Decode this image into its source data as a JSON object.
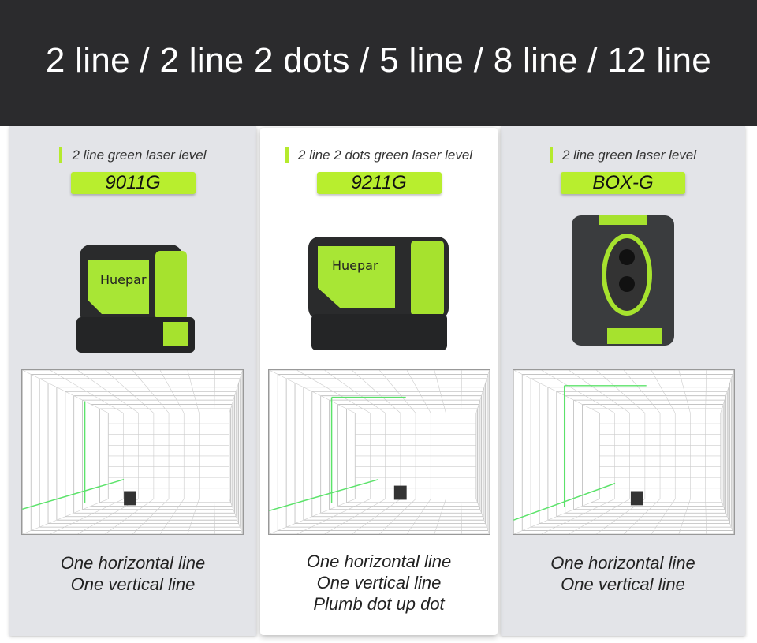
{
  "header": {
    "title": "2 line / 2 line 2 dots / 5 line / 8 line / 12 line"
  },
  "accent_color": "#b8ee2e",
  "products": [
    {
      "subtitle": "2 line green laser level",
      "model": "9011G",
      "brand": "Huepar",
      "lines": [
        "One horizontal line",
        "One vertical line"
      ]
    },
    {
      "subtitle": "2 line 2 dots green laser level",
      "model": "9211G",
      "brand": "Huepar",
      "lines": [
        "One horizontal line",
        "One vertical line",
        "Plumb dot up dot"
      ]
    },
    {
      "subtitle": "2 line green laser level",
      "model": "BOX-G",
      "lines": [
        "One horizontal line",
        "One vertical line"
      ]
    }
  ]
}
